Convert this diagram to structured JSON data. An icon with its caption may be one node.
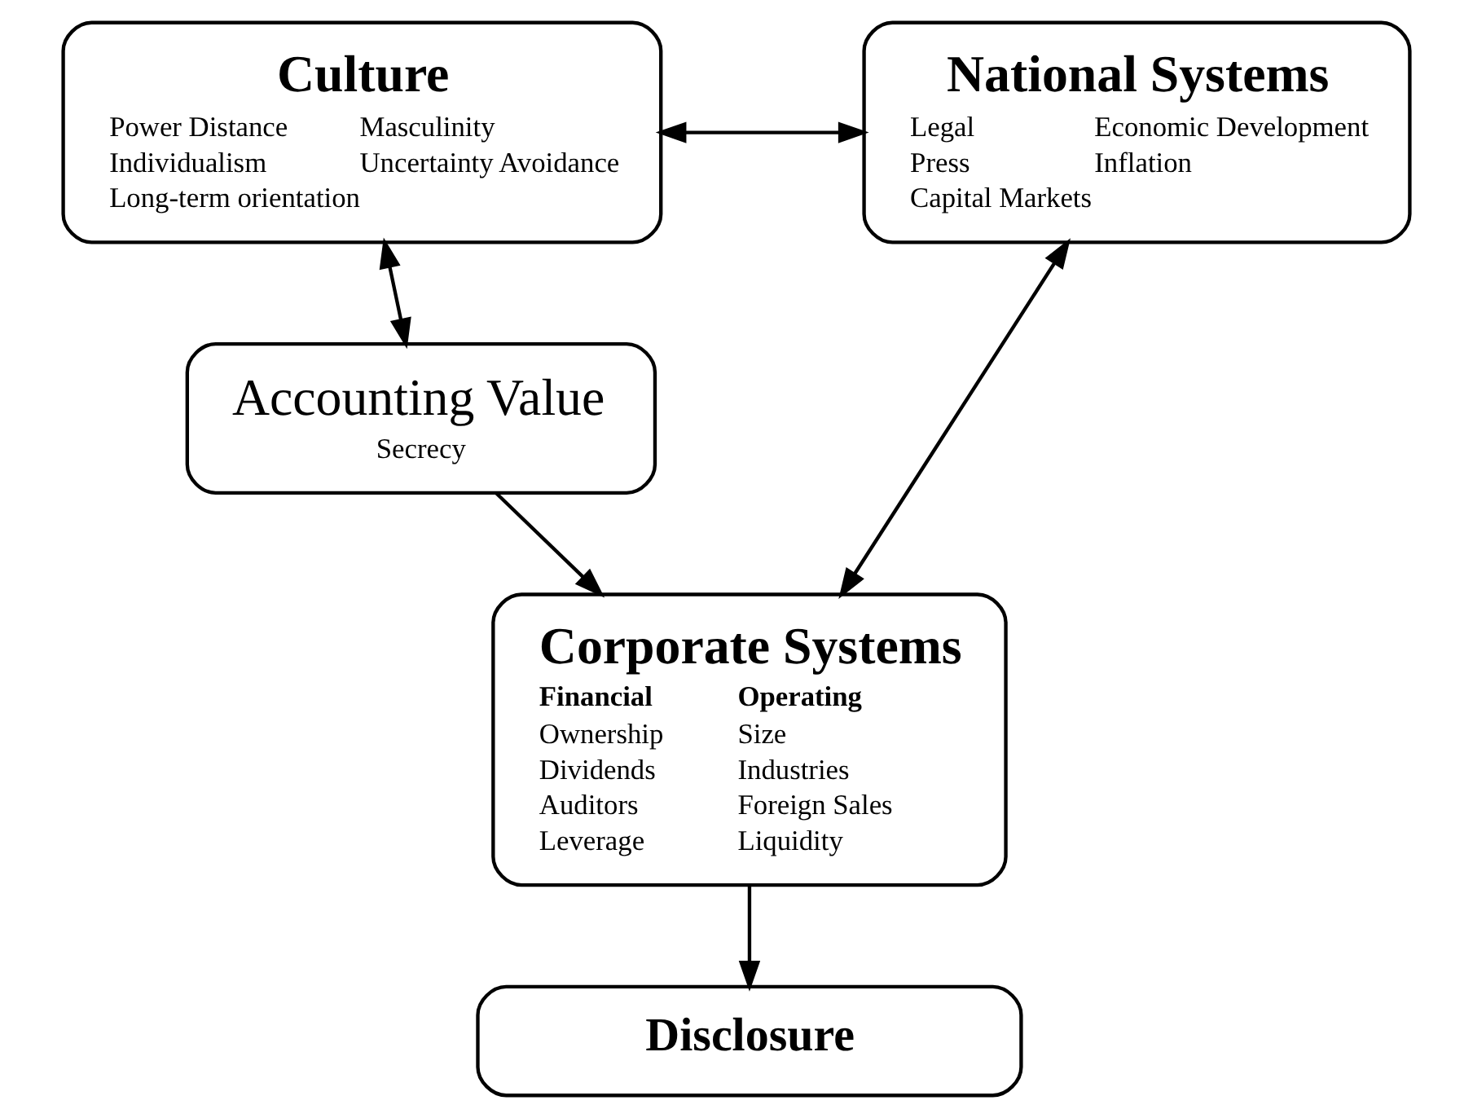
{
  "diagram": {
    "nodes": [
      {
        "text": [
          "Culture",
          "Power Distance",
          "Masculinity",
          "Individualism",
          "Uncertainty Avoidance",
          "Long-term orientation"
        ]
      },
      {
        "text": [
          "National Systems",
          "Legal",
          "Economic Development",
          "Press",
          "Inflation",
          "Capital Markets"
        ]
      },
      {
        "text": [
          "Accounting Value",
          "Secrecy"
        ]
      },
      {
        "text": [
          "Corporate Systems",
          "Financial",
          "Operating",
          "Ownership",
          "Size",
          "Dividends",
          "Industries",
          "Auditors",
          "Foreign Sales",
          "Leverage",
          "Liquidity"
        ]
      },
      {
        "text": [
          "Disclosure"
        ]
      }
    ],
    "edges": [
      {
        "from": 0,
        "to": 1,
        "arrow": "both"
      },
      {
        "from": 0,
        "to": 2,
        "arrow": "both"
      },
      {
        "from": 1,
        "to": 3,
        "arrow": "both"
      },
      {
        "from": 2,
        "to": 3,
        "arrow": "to"
      },
      {
        "from": 3,
        "to": 4,
        "arrow": "to"
      }
    ]
  }
}
